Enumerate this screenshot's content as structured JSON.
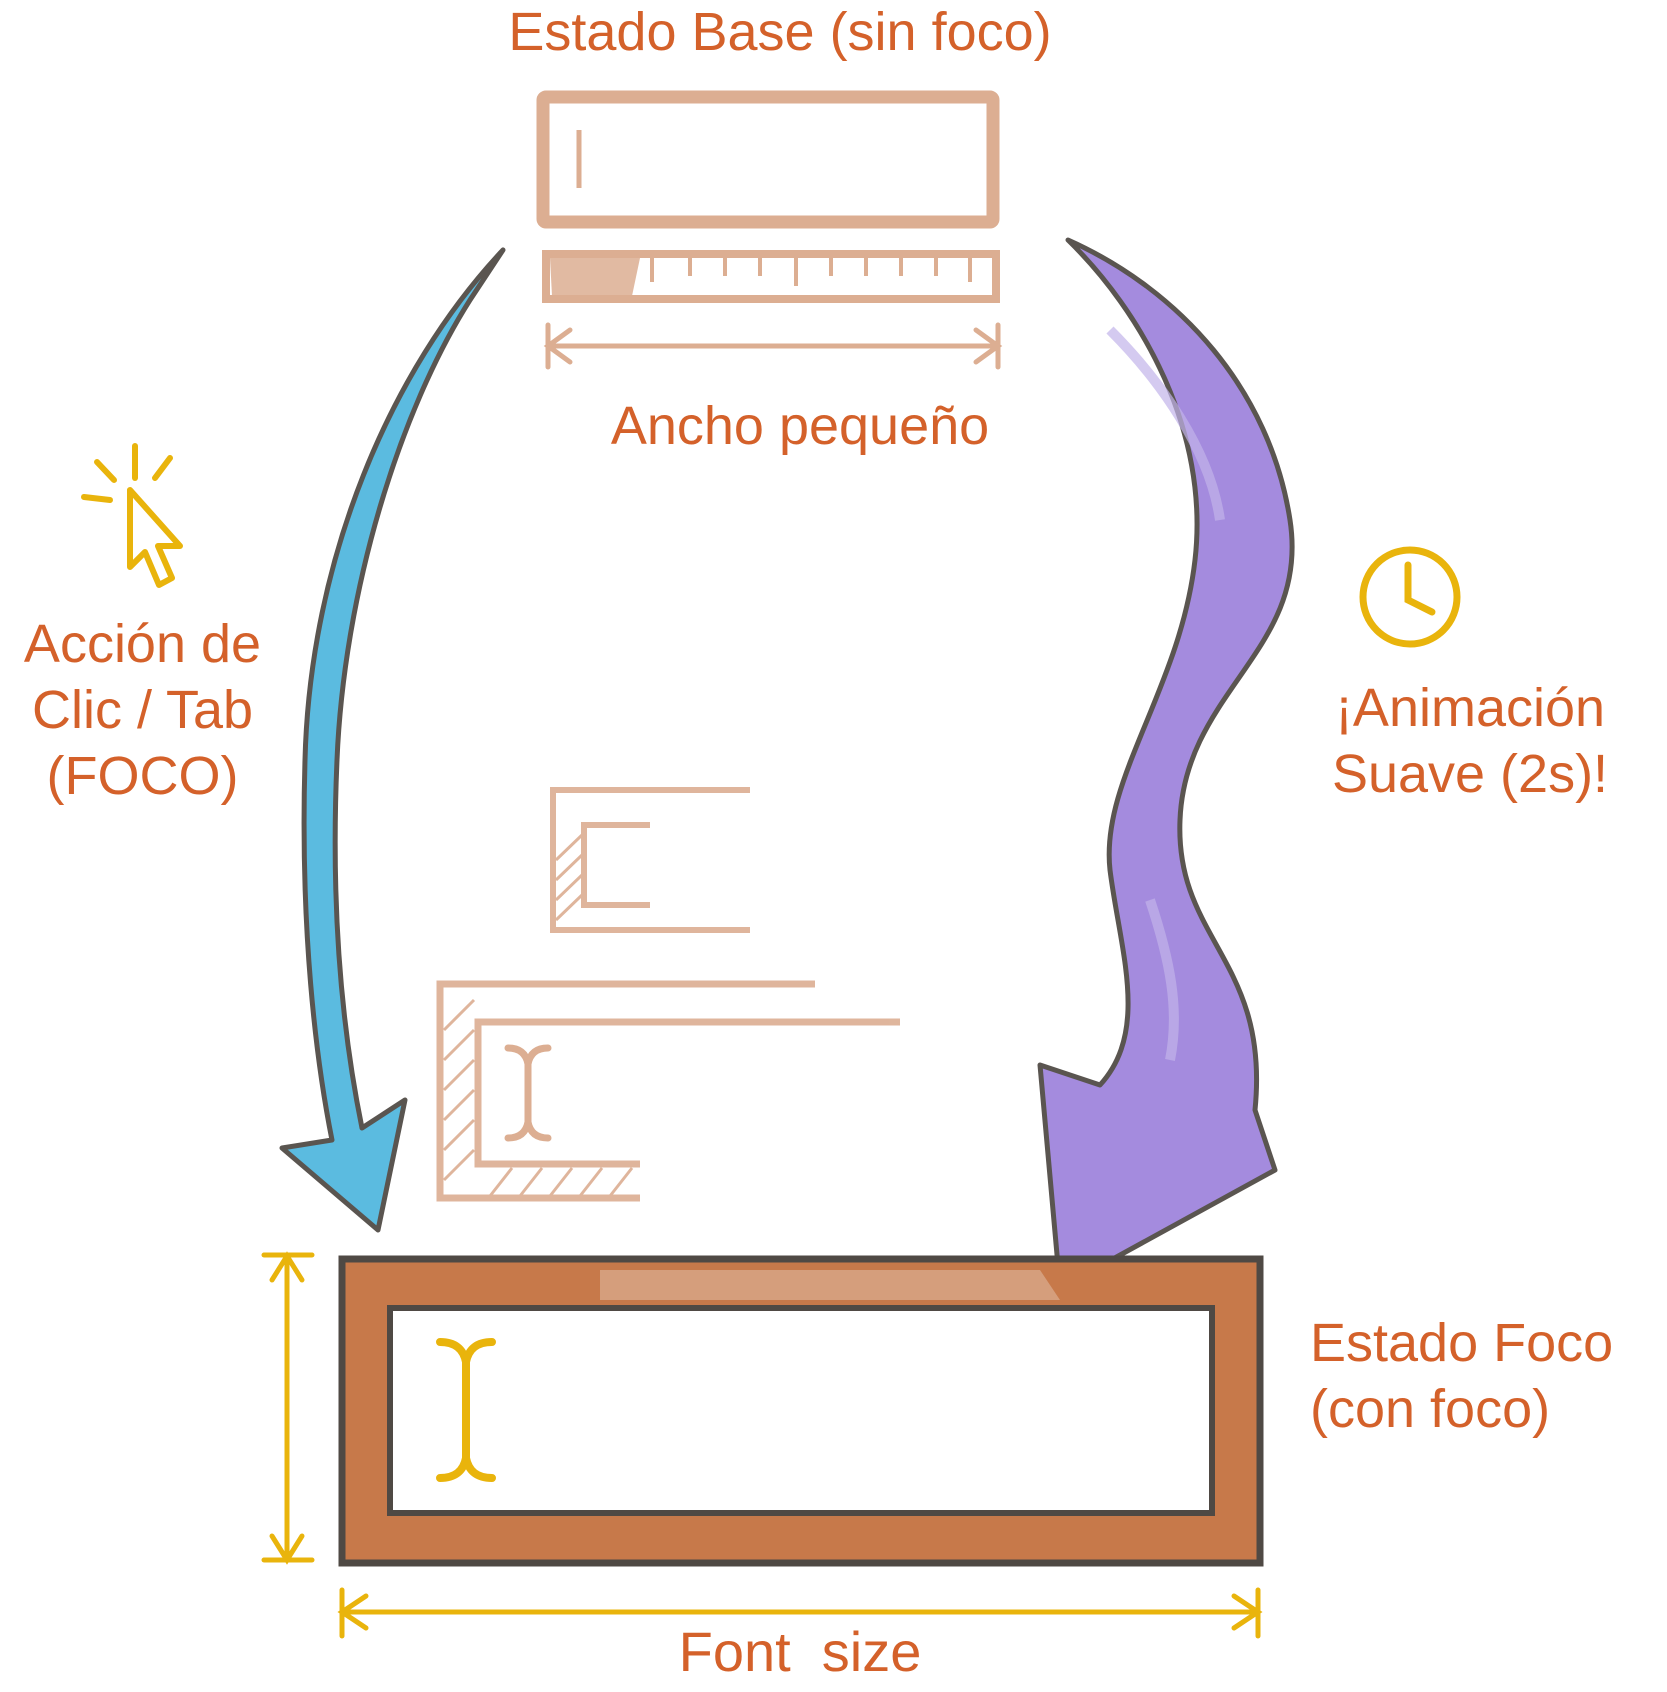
{
  "labels": {
    "base_state": "Estado Base (sin foco)",
    "small_width": "Ancho pequeño",
    "action": "Acción de\nClic / Tab\n(FOCO)",
    "animation": "¡Animación\nSuave (2s)!",
    "focus_state": "Estado Foco\n(con foco)",
    "font_size": "Font  size"
  },
  "icons": {
    "cursor": "mouse-pointer-click-icon",
    "clock": "clock-icon",
    "text_caret": "text-cursor-icon"
  },
  "colors": {
    "label_text": "#d4612a",
    "base_field": "#dcae92",
    "focus_field": "#c7794a",
    "left_arrow": "#5bbbe0",
    "right_arrow": "#9b82d8",
    "accent_yellow": "#e9b40c",
    "outline": "#5a5550"
  }
}
